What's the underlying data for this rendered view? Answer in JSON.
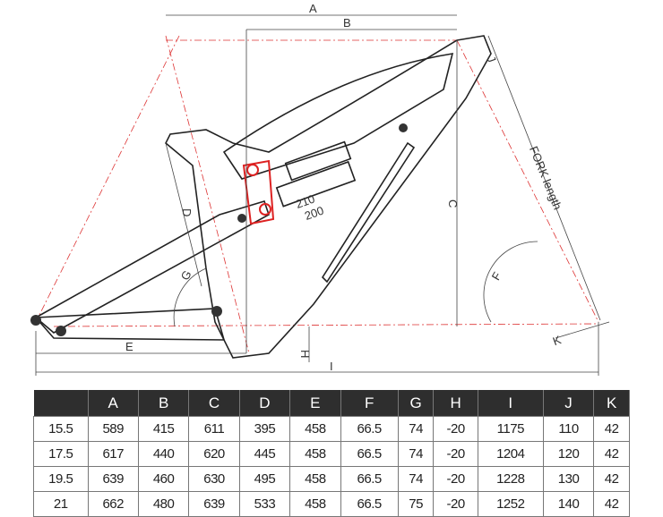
{
  "diagram": {
    "labels": {
      "A": "A",
      "B": "B",
      "C": "C",
      "D": "D",
      "E": "E",
      "F": "F",
      "G": "G",
      "H": "H",
      "I": "I",
      "J": "J",
      "K": "K",
      "fork": "FORK length",
      "shock1": "210",
      "shock2": "200"
    }
  },
  "table": {
    "headers": [
      "",
      "A",
      "B",
      "C",
      "D",
      "E",
      "F",
      "G",
      "H",
      "I",
      "J",
      "K"
    ],
    "rows": [
      [
        "15.5",
        "589",
        "415",
        "611",
        "395",
        "458",
        "66.5",
        "74",
        "-20",
        "1175",
        "110",
        "42"
      ],
      [
        "17.5",
        "617",
        "440",
        "620",
        "445",
        "458",
        "66.5",
        "74",
        "-20",
        "1204",
        "120",
        "42"
      ],
      [
        "19.5",
        "639",
        "460",
        "630",
        "495",
        "458",
        "66.5",
        "74",
        "-20",
        "1228",
        "130",
        "42"
      ],
      [
        "21",
        "662",
        "480",
        "639",
        "533",
        "458",
        "66.5",
        "75",
        "-20",
        "1252",
        "140",
        "42"
      ]
    ]
  }
}
